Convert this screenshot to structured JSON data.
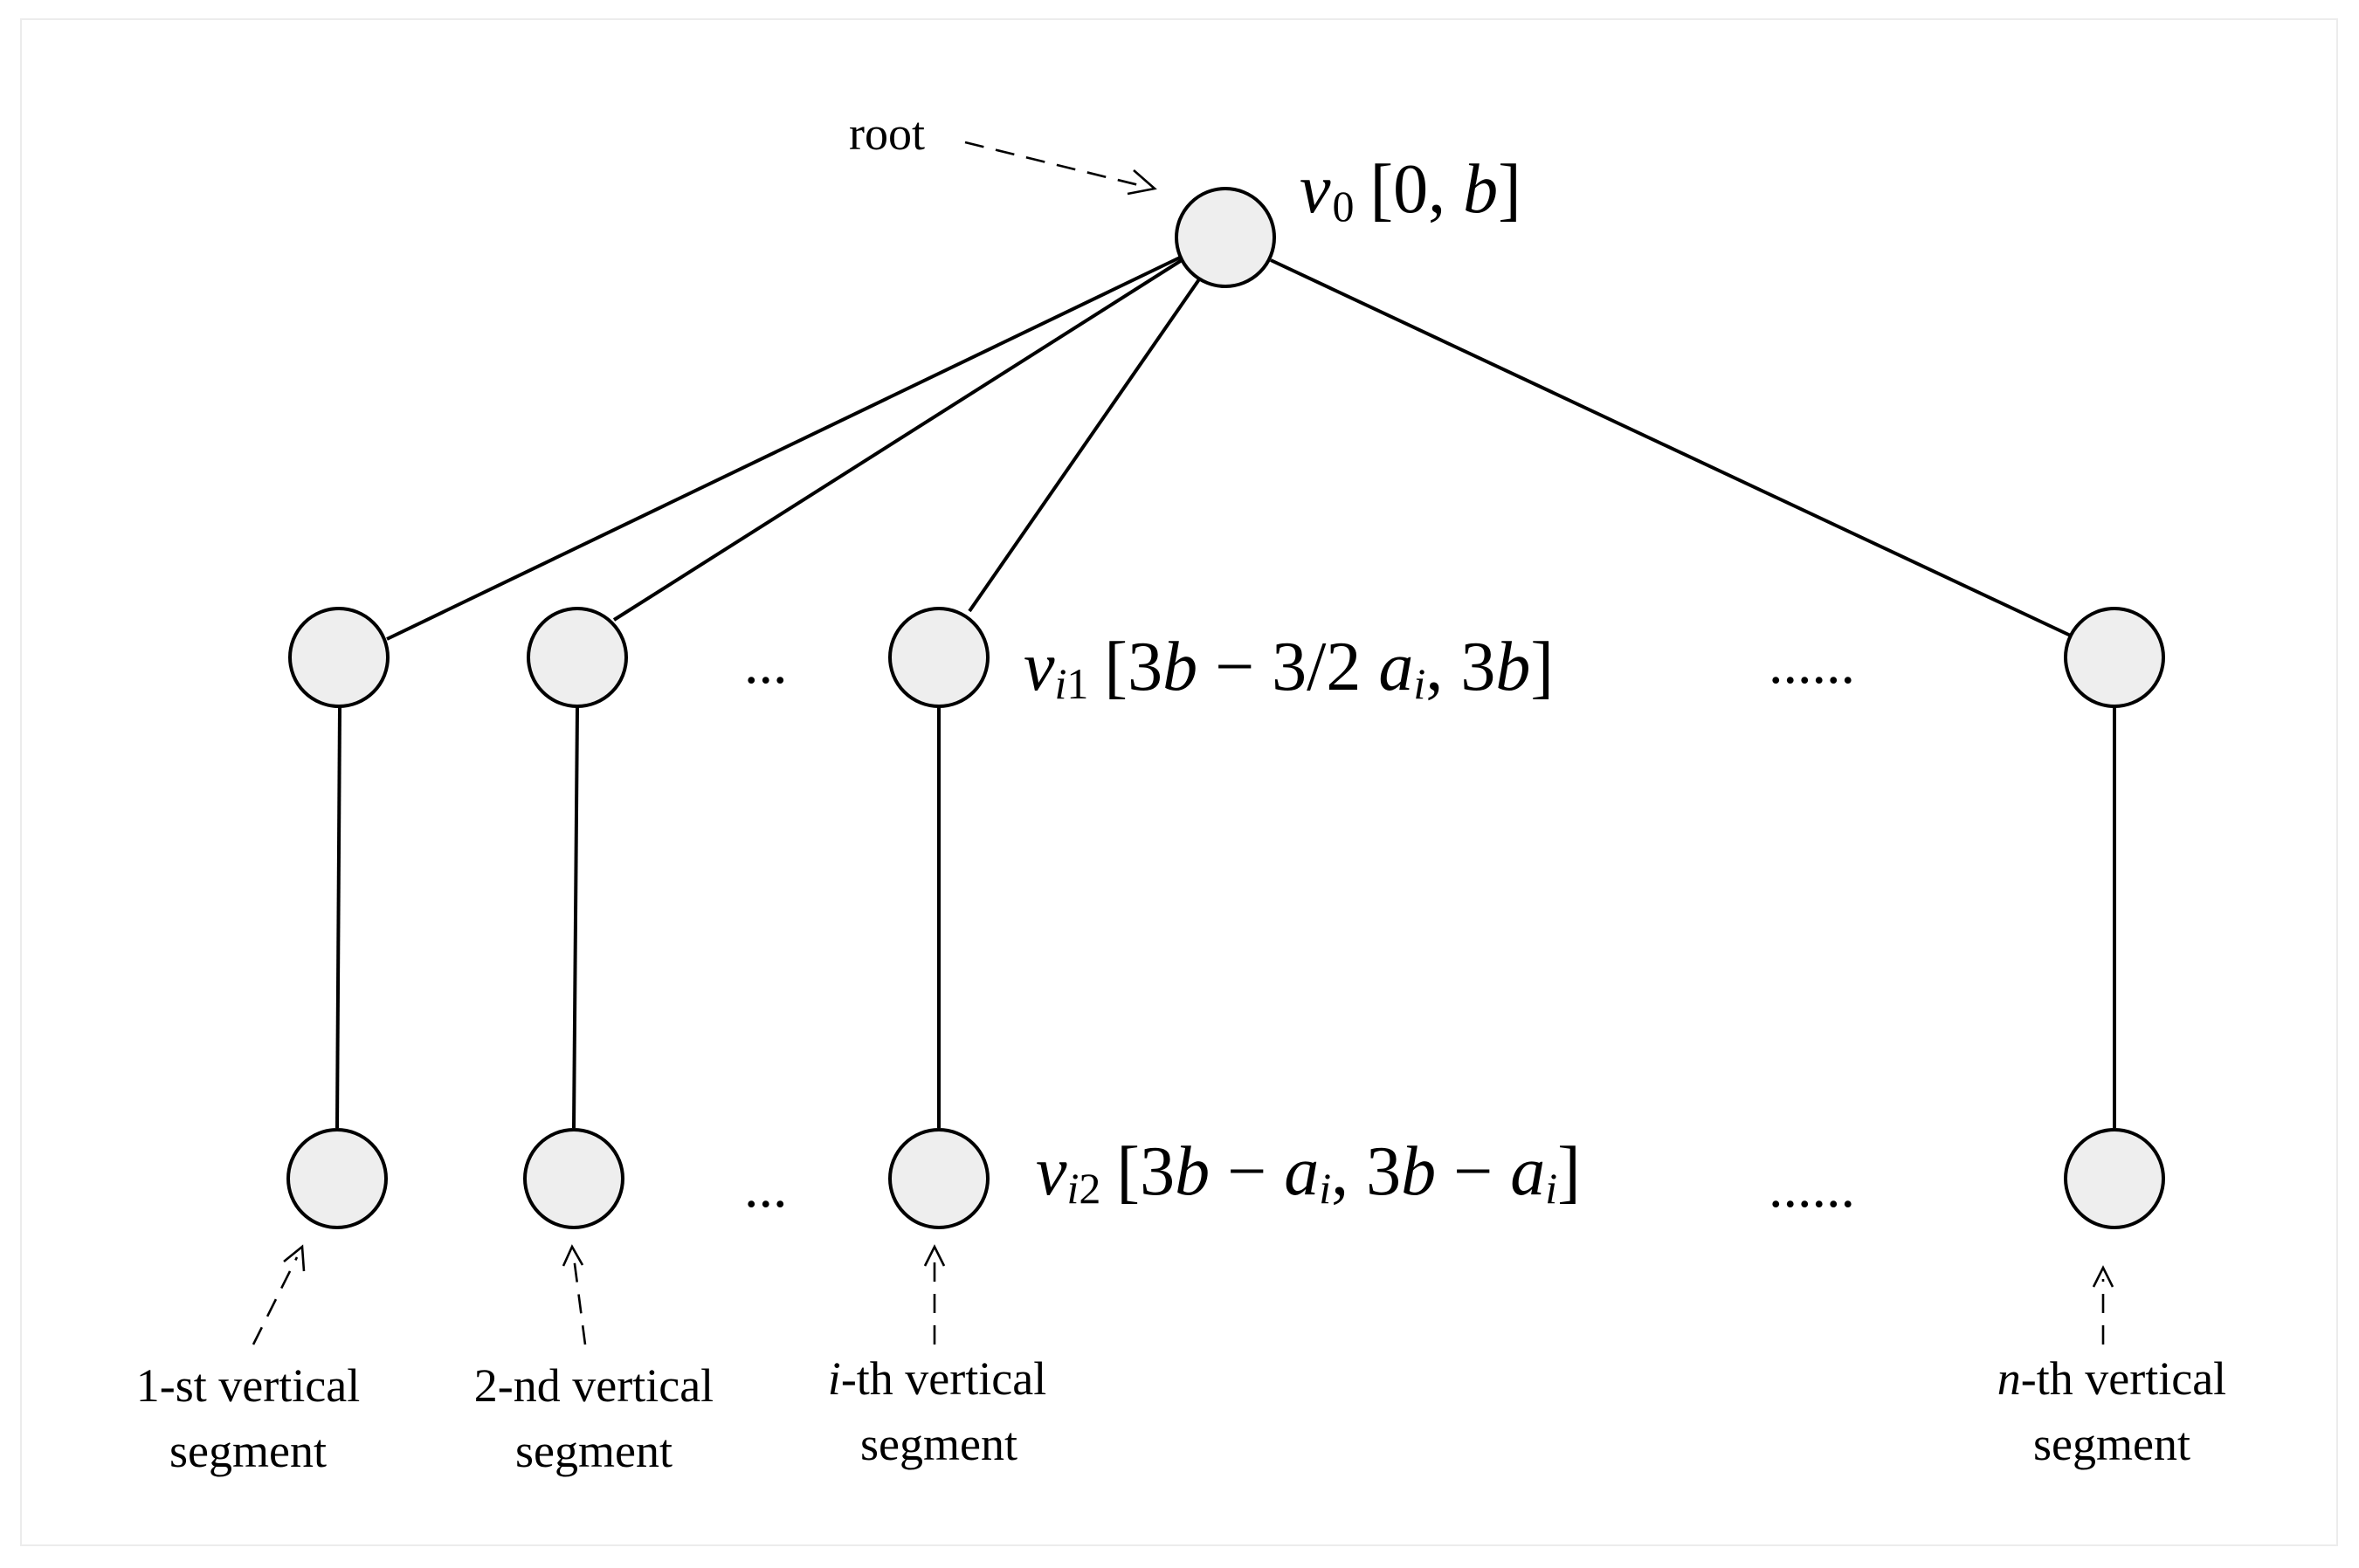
{
  "root_label": "root",
  "root_node": {
    "var": "v",
    "sub": "0",
    "interval_open": "[0, ",
    "interval_var": "b",
    "interval_close": "]"
  },
  "level1_label": {
    "var": "v",
    "sub_it": "i",
    "sub_num": "1",
    "p1": "[3",
    "b1": "b",
    "p2": " − 3/2 ",
    "a": "a",
    "a_sub": "i",
    "p3": ", 3",
    "b2": "b",
    "p4": "]"
  },
  "level2_label": {
    "var": "v",
    "sub_it": "i",
    "sub_num": "2",
    "p1": "[3",
    "b1": "b",
    "p2": " − ",
    "a1": "a",
    "a1_sub": "i",
    "p3": ", 3",
    "b2": "b",
    "p4": " − ",
    "a2": "a",
    "a2_sub": "i",
    "p5": "]"
  },
  "ellipsis_short": "...",
  "ellipsis_long": "......",
  "segment_labels": [
    {
      "line1_prefix": "",
      "line1_rest": "1-st vertical",
      "line2": "segment"
    },
    {
      "line1_prefix": "",
      "line1_rest": "2-nd vertical",
      "line2": "segment"
    },
    {
      "line1_prefix": "i",
      "line1_rest": "-th vertical",
      "line2": "segment"
    },
    {
      "line1_prefix": "n",
      "line1_rest": "-th vertical",
      "line2": "segment"
    }
  ]
}
